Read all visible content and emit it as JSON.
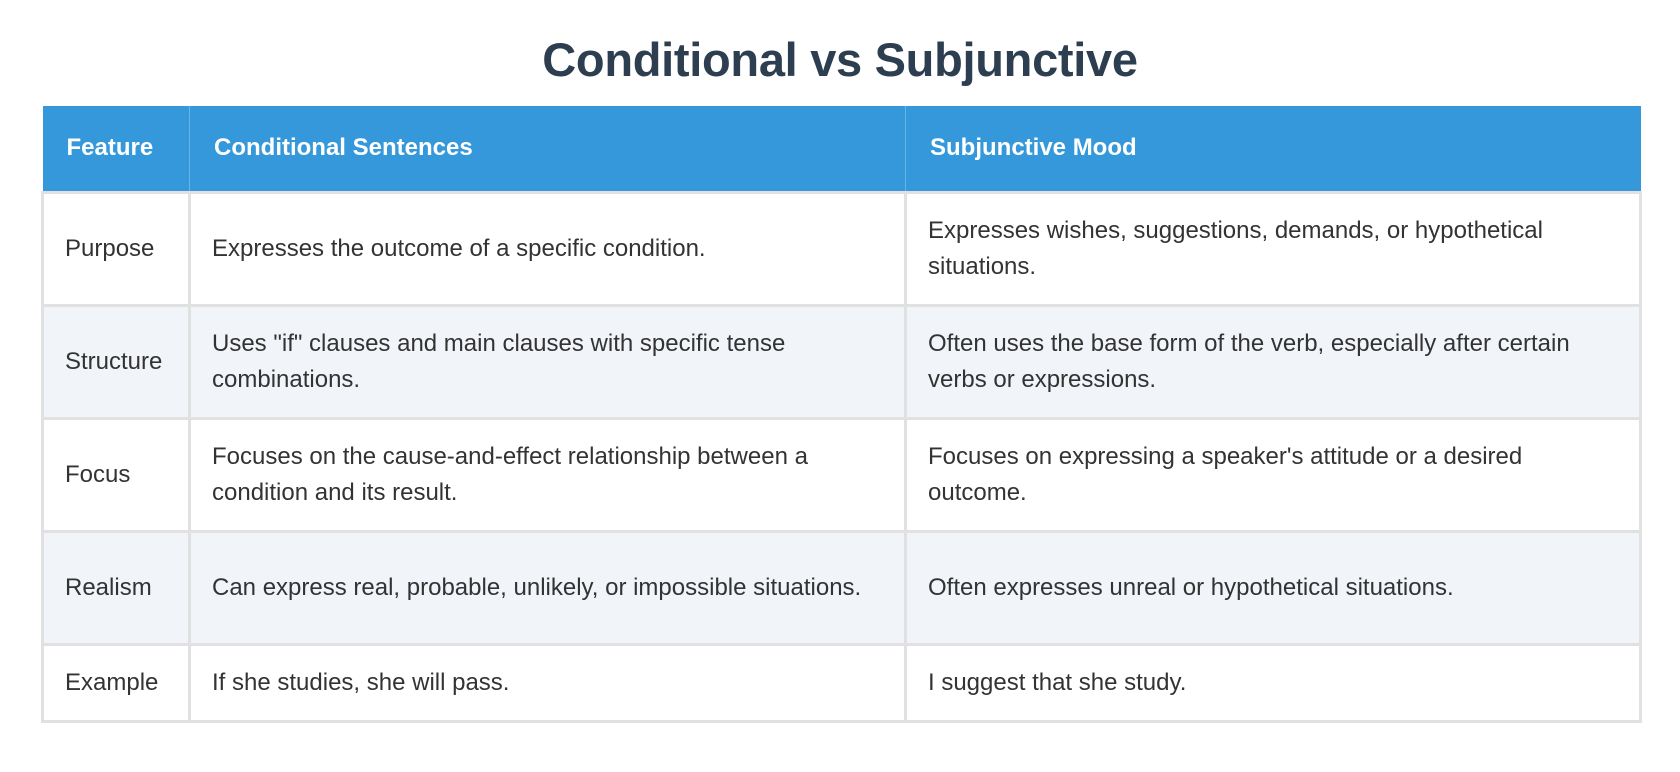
{
  "title": "Conditional vs Subjunctive",
  "colors": {
    "title": "#2c3e50",
    "header_bg": "#3498db",
    "header_text": "#ffffff",
    "alt_row_bg": "#f1f4f9",
    "border": "#e1e1e1",
    "body_text": "#333333"
  },
  "table": {
    "headers": [
      "Feature",
      "Conditional Sentences",
      "Subjunctive Mood"
    ],
    "rows": [
      {
        "feature": "Purpose",
        "conditional": "Expresses the outcome of a specific condition.",
        "subjunctive": "Expresses wishes, suggestions, demands, or hypothetical situations."
      },
      {
        "feature": "Structure",
        "conditional": "Uses \"if\" clauses and main clauses with specific tense combinations.",
        "subjunctive": "Often uses the base form of the verb, especially after certain verbs or expressions."
      },
      {
        "feature": "Focus",
        "conditional": "Focuses on the cause-and-effect relationship between a condition and its result.",
        "subjunctive": "Focuses on expressing a speaker's attitude or a desired outcome."
      },
      {
        "feature": "Realism",
        "conditional": "Can express real, probable, unlikely, or impossible situations.",
        "subjunctive": "Often expresses unreal or hypothetical situations."
      },
      {
        "feature": "Example",
        "conditional": "If she studies, she will pass.",
        "subjunctive": "I suggest that she study."
      }
    ]
  }
}
